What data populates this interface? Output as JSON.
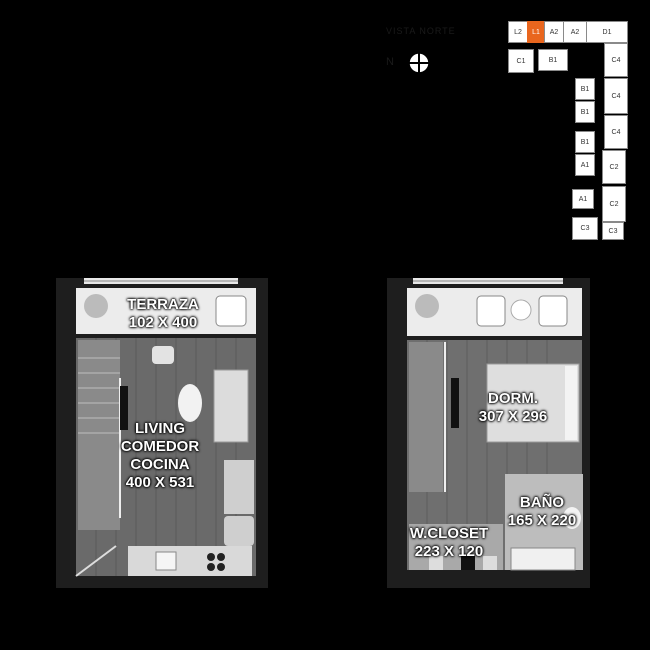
{
  "key_plan": {
    "compass_text": "VISTA NORTE",
    "compass_letter": "N",
    "units": [
      {
        "label": "L2",
        "active": false
      },
      {
        "label": "L1",
        "active": true
      },
      {
        "label": "A2",
        "active": false
      },
      {
        "label": "A2",
        "active": false
      },
      {
        "label": "D1",
        "active": false
      },
      {
        "label": "C1",
        "active": false
      },
      {
        "label": "B1",
        "active": false
      },
      {
        "label": "C4",
        "active": false
      },
      {
        "label": "B1",
        "active": false
      },
      {
        "label": "C4",
        "active": false
      },
      {
        "label": "B1",
        "active": false
      },
      {
        "label": "C4",
        "active": false
      },
      {
        "label": "B1",
        "active": false
      },
      {
        "label": "C2",
        "active": false
      },
      {
        "label": "A1",
        "active": false
      },
      {
        "label": "C2",
        "active": false
      },
      {
        "label": "A1",
        "active": false
      },
      {
        "label": "C3",
        "active": false
      },
      {
        "label": "C3",
        "active": false
      }
    ],
    "active_color": "#e9661e"
  },
  "floor_lower": {
    "terraza": {
      "name": "TERRAZA",
      "dims": "102 X 400"
    },
    "living": {
      "name1": "LIVING",
      "name2": "COMEDOR",
      "name3": "COCINA",
      "dims": "400 X 531"
    }
  },
  "floor_upper": {
    "dorm": {
      "name": "DORM.",
      "dims": "307 X 296"
    },
    "bano": {
      "name": "BAÑO",
      "dims": "165 X 220"
    },
    "closet": {
      "name": "W.CLOSET",
      "dims": "223 X 120"
    }
  }
}
